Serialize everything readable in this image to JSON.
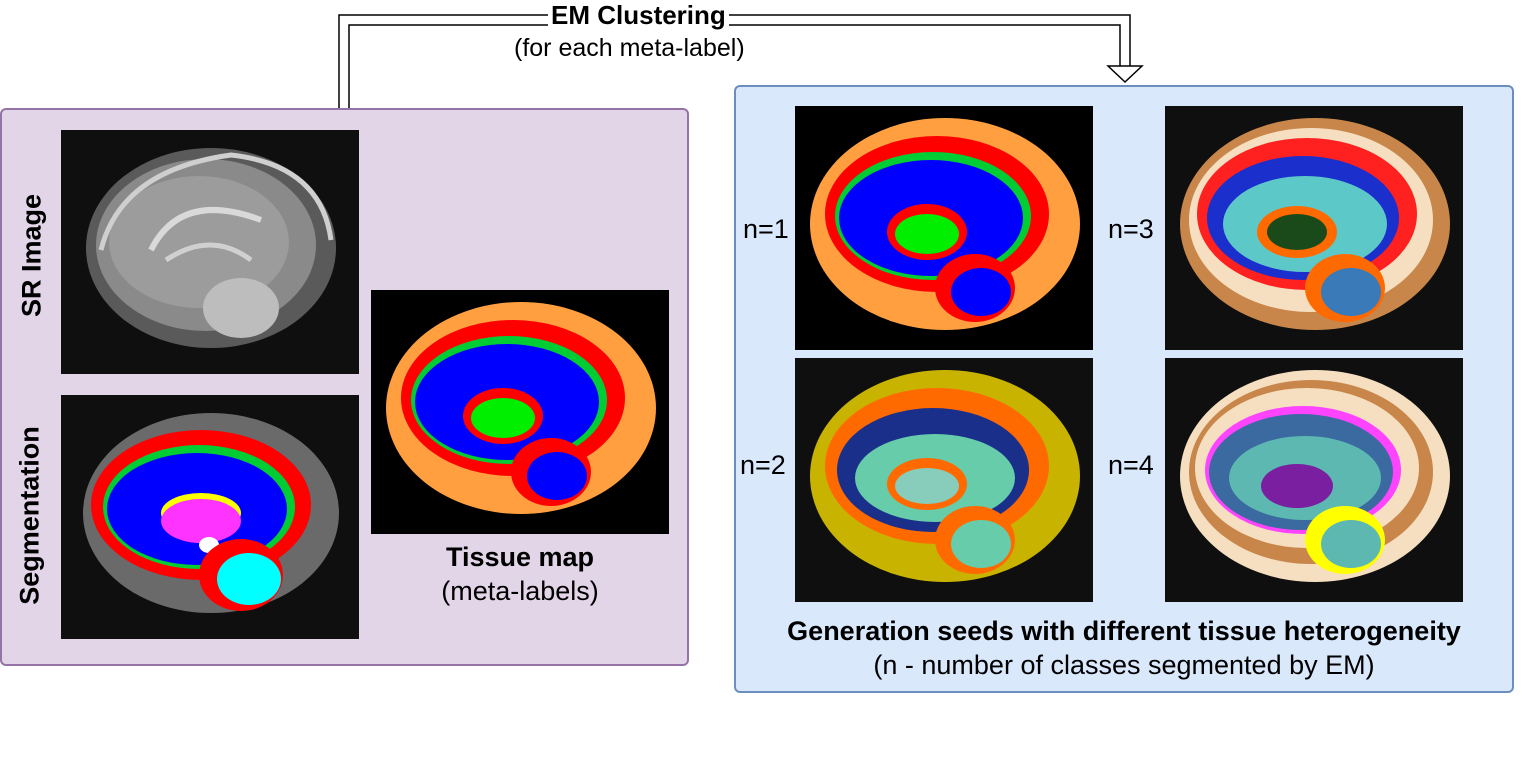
{
  "connector": {
    "title": "EM Clustering",
    "subtitle": "(for each meta-label)"
  },
  "left_panel": {
    "sr_label": "SR Image",
    "seg_label": "Segmentation",
    "tissue_title": "Tissue map",
    "tissue_sub": "(meta-labels)"
  },
  "right_panel": {
    "n1": "n=1",
    "n2": "n=2",
    "n3": "n=3",
    "n4": "n=4",
    "title": "Generation seeds with different tissue heterogeneity",
    "subtitle": "(n - number of classes segmented by EM)"
  },
  "colors": {
    "left_fill": "#e1d5e7",
    "left_border": "#9673a6",
    "right_fill": "#dae8fc",
    "right_border": "#6c8ebf",
    "csf": "#ff9f40",
    "cortex": "#ff0000",
    "white_matter": "#0000ff",
    "ventricle": "#00ee00",
    "cerebellum": "#00ffff",
    "thalamus": "#ff33ff",
    "n2_bg": "#c8b400",
    "n2_tissue": "#66ccaa",
    "n3_bg": "#c8864a",
    "n4_bg": "#f5dfc0"
  }
}
